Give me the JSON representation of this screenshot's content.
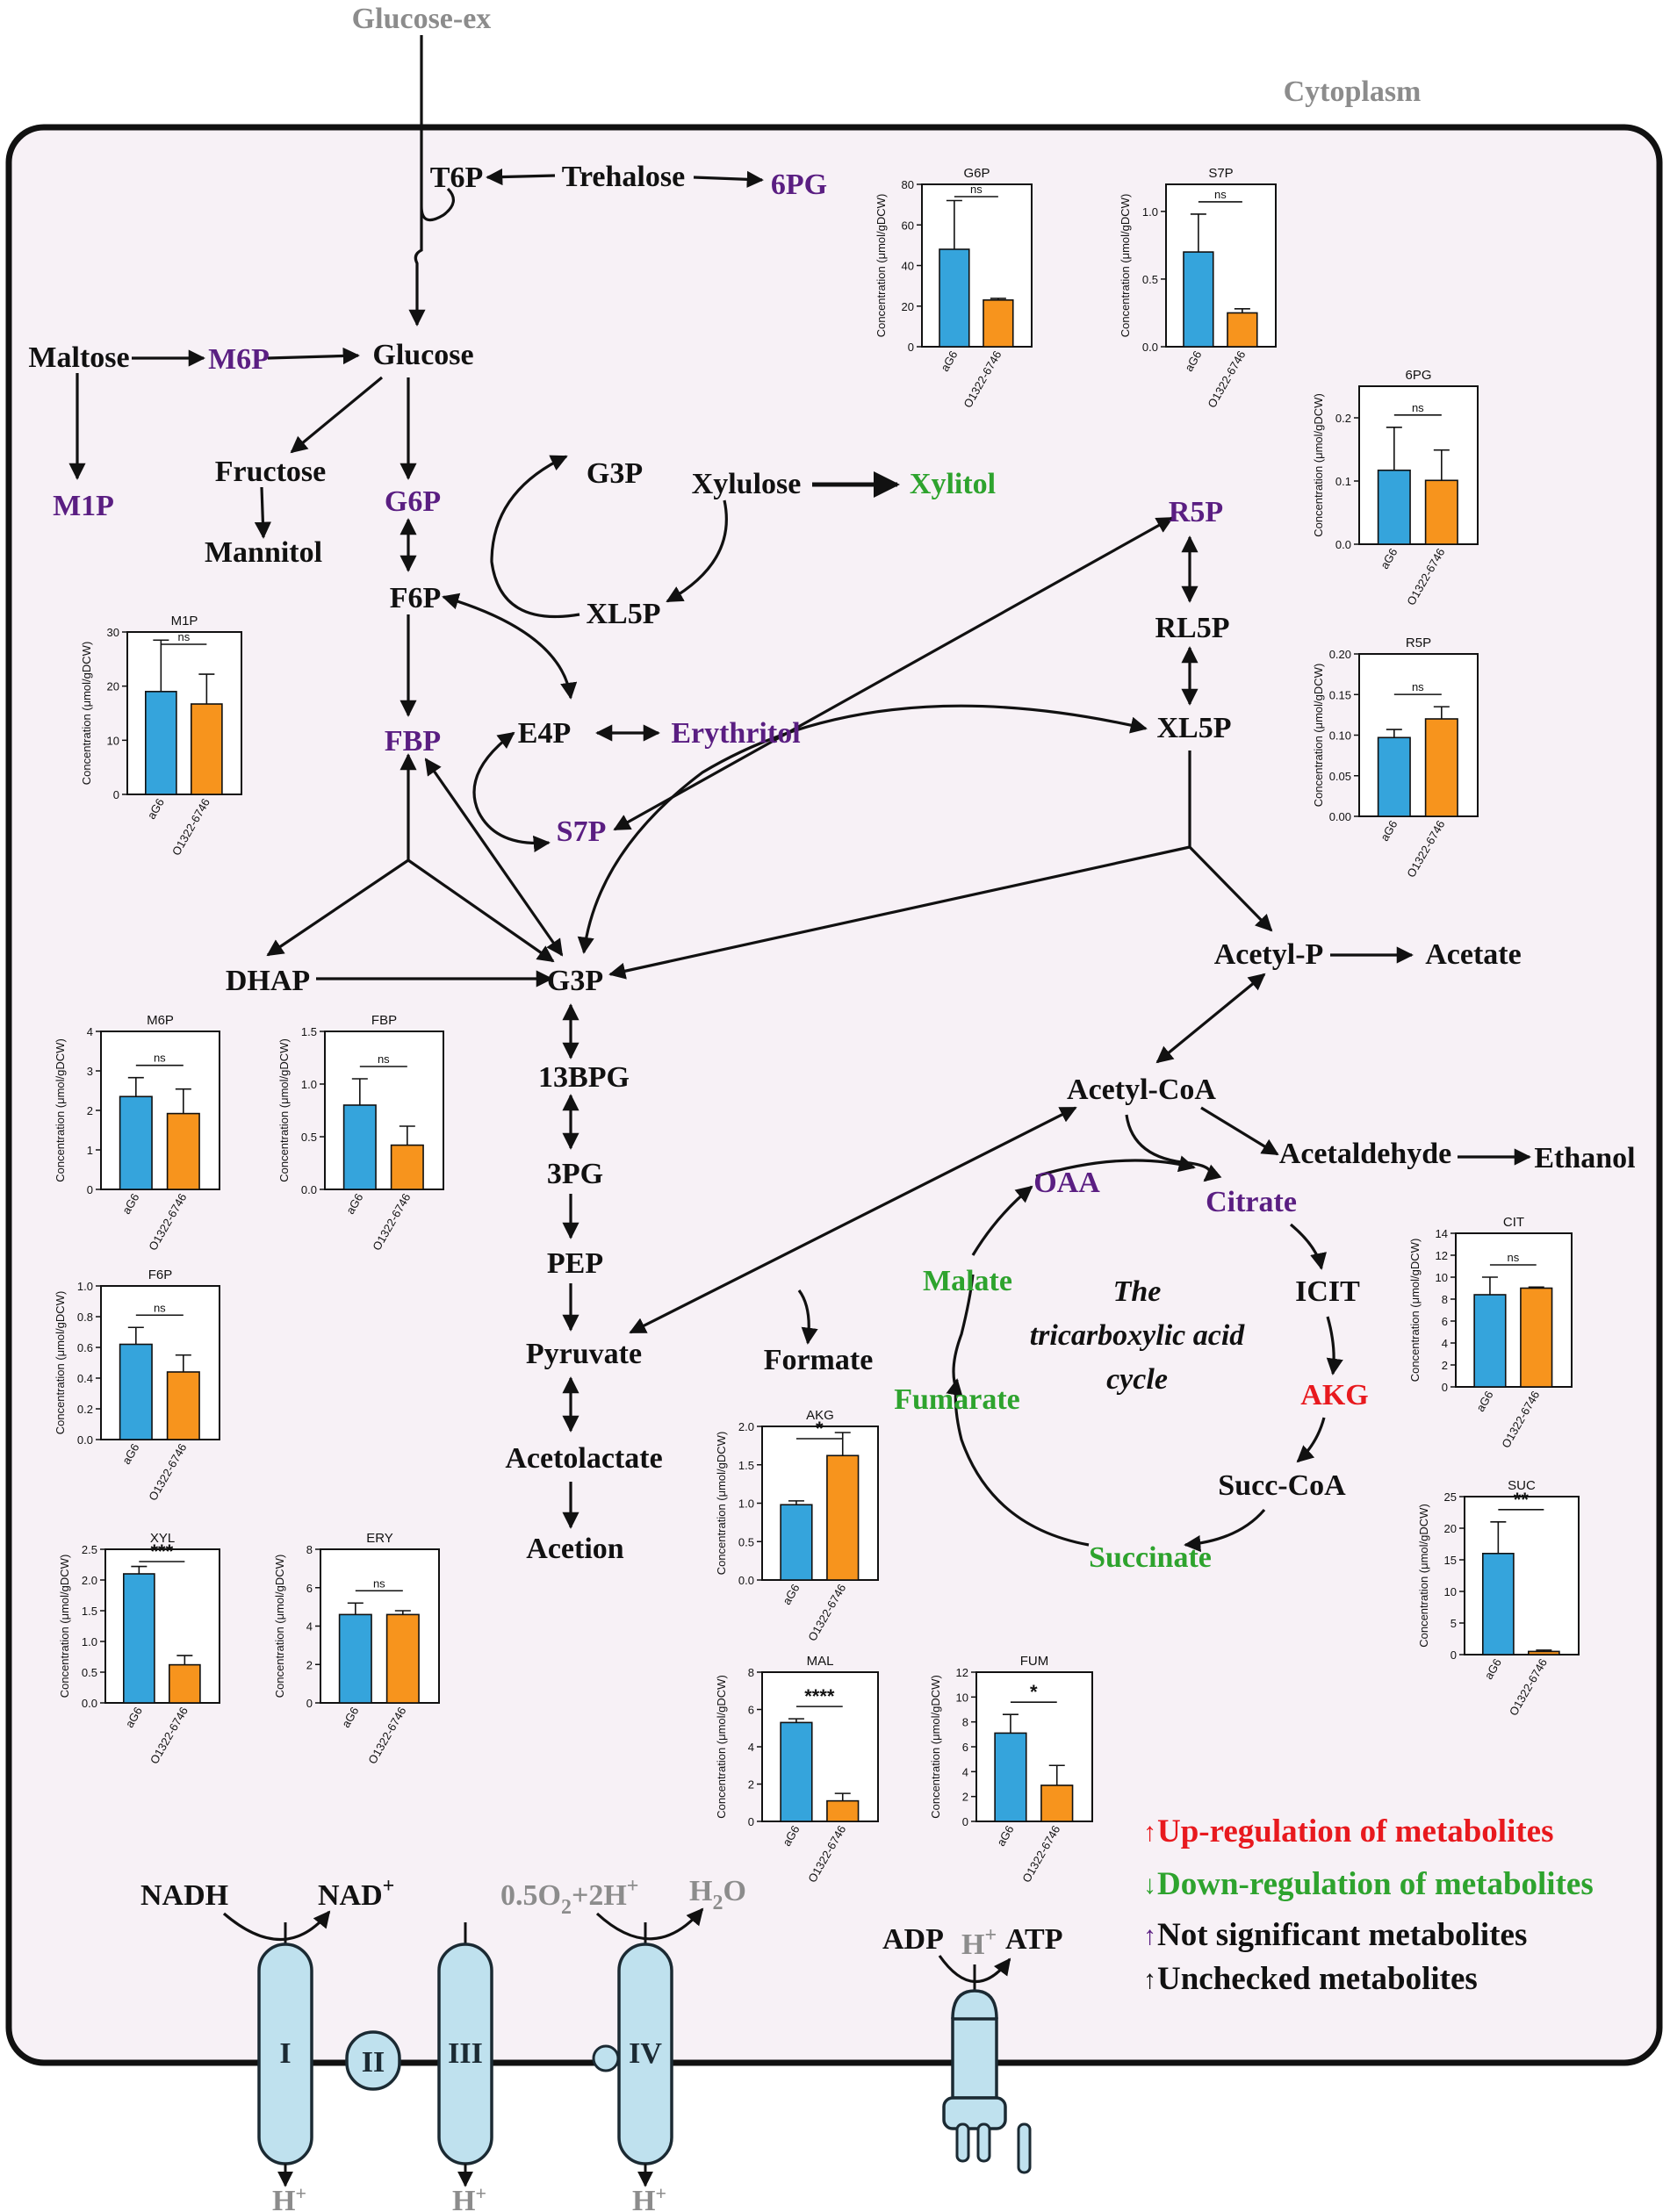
{
  "header": {
    "top_label": "Glucose-ex",
    "region_label": "Cytoplasm"
  },
  "colors": {
    "up": "#e8191e",
    "down": "#2ea32e",
    "ns": "#5a1e82",
    "unchecked": "#111111",
    "gray": "#8c8c8c",
    "cell_bg": "#f7f1f6",
    "aG6": "#35a4dc",
    "O1322": "#f7941d",
    "complex_fill": "#bfe1ee",
    "complex_stroke": "#1b2a33"
  },
  "metabolites": {
    "glucose_ex": "Glucose-ex",
    "t6p": "T6P",
    "trehalose": "Trehalose",
    "pg6": "6PG",
    "maltose": "Maltose",
    "m6p": "M6P",
    "glucose": "Glucose",
    "m1p": "M1P",
    "fructose": "Fructose",
    "mannitol": "Mannitol",
    "g6p": "G6P",
    "g3p_top": "G3P",
    "xylulose": "Xylulose",
    "xylitol": "Xylitol",
    "f6p": "F6P",
    "xl5p_left": "XL5P",
    "r5p": "R5P",
    "rl5p": "RL5P",
    "xl5p_right": "XL5P",
    "fbp": "FBP",
    "e4p": "E4P",
    "erythritol": "Erythritol",
    "s7p": "S7P",
    "dhap": "DHAP",
    "g3p": "G3P",
    "acetyl_p": "Acetyl-P",
    "acetate": "Acetate",
    "bpg13": "13BPG",
    "pg3": "3PG",
    "pep": "PEP",
    "pyruvate": "Pyruvate",
    "formate": "Formate",
    "acetolactate": "Acetolactate",
    "acetion": "Acetion",
    "acetyl_coa": "Acetyl-CoA",
    "acetaldehyde": "Acetaldehyde",
    "ethanol": "Ethanol",
    "oaa": "OAA",
    "citrate": "Citrate",
    "icit": "ICIT",
    "akg": "AKG",
    "succ_coa": "Succ-CoA",
    "succinate": "Succinate",
    "fumarate": "Fumarate",
    "malate": "Malate",
    "tca_line1": "The",
    "tca_line2": "tricarboxylic acid",
    "tca_line3": "cycle"
  },
  "etc": {
    "nadh": "NADH",
    "nad": "NAD",
    "nad_sup": "+",
    "o2_part": "0.5O",
    "o2_sub": "2",
    "o2_plus": "+2H",
    "o2_sup": "+",
    "h2o_h": "H",
    "h2o_sub": "2",
    "h2o_o": "O",
    "adp": "ADP",
    "h_atp": "H",
    "h_atp_sup": "+",
    "atp": "ATP",
    "complex_I": "I",
    "complex_II": "II",
    "complex_III": "III",
    "complex_IV": "IV",
    "h_out": "H",
    "h_out_sup": "+"
  },
  "legend": {
    "up": "Up-regulation of metabolites",
    "down": "Down-regulation of metabolites",
    "ns": "Not significant metabolites",
    "unchecked": "Unchecked metabolites"
  },
  "chart_data": [
    {
      "type": "bar",
      "title": "G6P",
      "ylabel": "Concentration (μmol/gDCW)",
      "categories": [
        "aG6",
        "O1322-6746"
      ],
      "values": [
        48,
        23
      ],
      "errors": [
        24,
        0.8
      ],
      "ylim": [
        0,
        80
      ],
      "yticks": [
        "0",
        "20",
        "40",
        "60",
        "80"
      ],
      "significance": "ns"
    },
    {
      "type": "bar",
      "title": "S7P",
      "ylabel": "Concentration (μmol/gDCW)",
      "categories": [
        "aG6",
        "O1322-6746"
      ],
      "values": [
        0.7,
        0.25
      ],
      "errors": [
        0.28,
        0.03
      ],
      "ylim": [
        0,
        1.2
      ],
      "yticks": [
        "0.0",
        "0.5",
        "1.0"
      ],
      "significance": "ns"
    },
    {
      "type": "bar",
      "title": "6PG",
      "ylabel": "Concentration (μmol/gDCW)",
      "categories": [
        "aG6",
        "O1322-6746"
      ],
      "values": [
        0.117,
        0.101
      ],
      "errors": [
        0.068,
        0.048
      ],
      "ylim": [
        0,
        0.25
      ],
      "yticks": [
        "0.0",
        "0.1",
        "0.2"
      ],
      "significance": "ns"
    },
    {
      "type": "bar",
      "title": "R5P",
      "ylabel": "Concentration (μmol/gDCW)",
      "categories": [
        "aG6",
        "O1322-6746"
      ],
      "values": [
        0.097,
        0.12
      ],
      "errors": [
        0.01,
        0.015
      ],
      "ylim": [
        0,
        0.2
      ],
      "yticks": [
        "0.00",
        "0.05",
        "0.10",
        "0.15",
        "0.20"
      ],
      "significance": "ns"
    },
    {
      "type": "bar",
      "title": "M1P",
      "ylabel": "Concentration (μmol/gDCW)",
      "categories": [
        "aG6",
        "O1322-6746"
      ],
      "values": [
        19,
        16.7
      ],
      "errors": [
        9.5,
        5.5
      ],
      "ylim": [
        0,
        30
      ],
      "yticks": [
        "0",
        "10",
        "20",
        "30"
      ],
      "significance": "ns"
    },
    {
      "type": "bar",
      "title": "M6P",
      "ylabel": "Concentration (μmol/gDCW)",
      "categories": [
        "aG6",
        "O1322-6746"
      ],
      "values": [
        2.35,
        1.92
      ],
      "errors": [
        0.48,
        0.62
      ],
      "ylim": [
        0,
        4
      ],
      "yticks": [
        "0",
        "1",
        "2",
        "3",
        "4"
      ],
      "significance": "ns"
    },
    {
      "type": "bar",
      "title": "FBP",
      "ylabel": "Concentration (μmol/gDCW)",
      "categories": [
        "aG6",
        "O1322-6746"
      ],
      "values": [
        0.8,
        0.42
      ],
      "errors": [
        0.25,
        0.18
      ],
      "ylim": [
        0,
        1.5
      ],
      "yticks": [
        "0.0",
        "0.5",
        "1.0",
        "1.5"
      ],
      "significance": "ns"
    },
    {
      "type": "bar",
      "title": "F6P",
      "ylabel": "Concentration (μmol/gDCW)",
      "categories": [
        "aG6",
        "O1322-6746"
      ],
      "values": [
        0.62,
        0.44
      ],
      "errors": [
        0.11,
        0.11
      ],
      "ylim": [
        0,
        1.0
      ],
      "yticks": [
        "0.0",
        "0.2",
        "0.4",
        "0.6",
        "0.8",
        "1.0"
      ],
      "significance": "ns"
    },
    {
      "type": "bar",
      "title": "XYL",
      "ylabel": "Concentration (μmol/gDCW)",
      "categories": [
        "aG6",
        "O1322-6746"
      ],
      "values": [
        2.1,
        0.62
      ],
      "errors": [
        0.12,
        0.15
      ],
      "ylim": [
        0,
        2.5
      ],
      "yticks": [
        "0.0",
        "0.5",
        "1.0",
        "1.5",
        "2.0",
        "2.5"
      ],
      "significance": "***"
    },
    {
      "type": "bar",
      "title": "ERY",
      "ylabel": "Concentration (μmol/gDCW)",
      "categories": [
        "aG6",
        "O1322-6746"
      ],
      "values": [
        4.6,
        4.6
      ],
      "errors": [
        0.6,
        0.2
      ],
      "ylim": [
        0,
        8
      ],
      "yticks": [
        "0",
        "2",
        "4",
        "6",
        "8"
      ],
      "significance": "ns"
    },
    {
      "type": "bar",
      "title": "AKG",
      "ylabel": "Concentration (μmol/gDCW)",
      "categories": [
        "aG6",
        "O1322-6746"
      ],
      "values": [
        0.98,
        1.62
      ],
      "errors": [
        0.05,
        0.3
      ],
      "ylim": [
        0,
        2.0
      ],
      "yticks": [
        "0.0",
        "0.5",
        "1.0",
        "1.5",
        "2.0"
      ],
      "significance": "*"
    },
    {
      "type": "bar",
      "title": "CIT",
      "ylabel": "Concentration (μmol/gDCW)",
      "categories": [
        "aG6",
        "O1322-6746"
      ],
      "values": [
        8.4,
        9.0
      ],
      "errors": [
        1.6,
        0.1
      ],
      "ylim": [
        0,
        14
      ],
      "yticks": [
        "0",
        "2",
        "4",
        "6",
        "8",
        "10",
        "12",
        "14"
      ],
      "significance": "ns"
    },
    {
      "type": "bar",
      "title": "SUC",
      "ylabel": "Concentration (μmol/gDCW)",
      "categories": [
        "aG6",
        "O1322-6746"
      ],
      "values": [
        16,
        0.5
      ],
      "errors": [
        5,
        0.2
      ],
      "ylim": [
        0,
        25
      ],
      "yticks": [
        "0",
        "5",
        "10",
        "15",
        "20",
        "25"
      ],
      "significance": "**"
    },
    {
      "type": "bar",
      "title": "MAL",
      "ylabel": "Concentration (μmol/gDCW)",
      "categories": [
        "aG6",
        "O1322-6746"
      ],
      "values": [
        5.3,
        1.1
      ],
      "errors": [
        0.2,
        0.4
      ],
      "ylim": [
        0,
        8
      ],
      "yticks": [
        "0",
        "2",
        "4",
        "6",
        "8"
      ],
      "significance": "****"
    },
    {
      "type": "bar",
      "title": "FUM",
      "ylabel": "Concentration (μmol/gDCW)",
      "categories": [
        "aG6",
        "O1322-6746"
      ],
      "values": [
        7.1,
        2.9
      ],
      "errors": [
        1.5,
        1.6
      ],
      "ylim": [
        0,
        12
      ],
      "yticks": [
        "0",
        "2",
        "4",
        "6",
        "8",
        "10",
        "12"
      ],
      "significance": "*"
    }
  ]
}
